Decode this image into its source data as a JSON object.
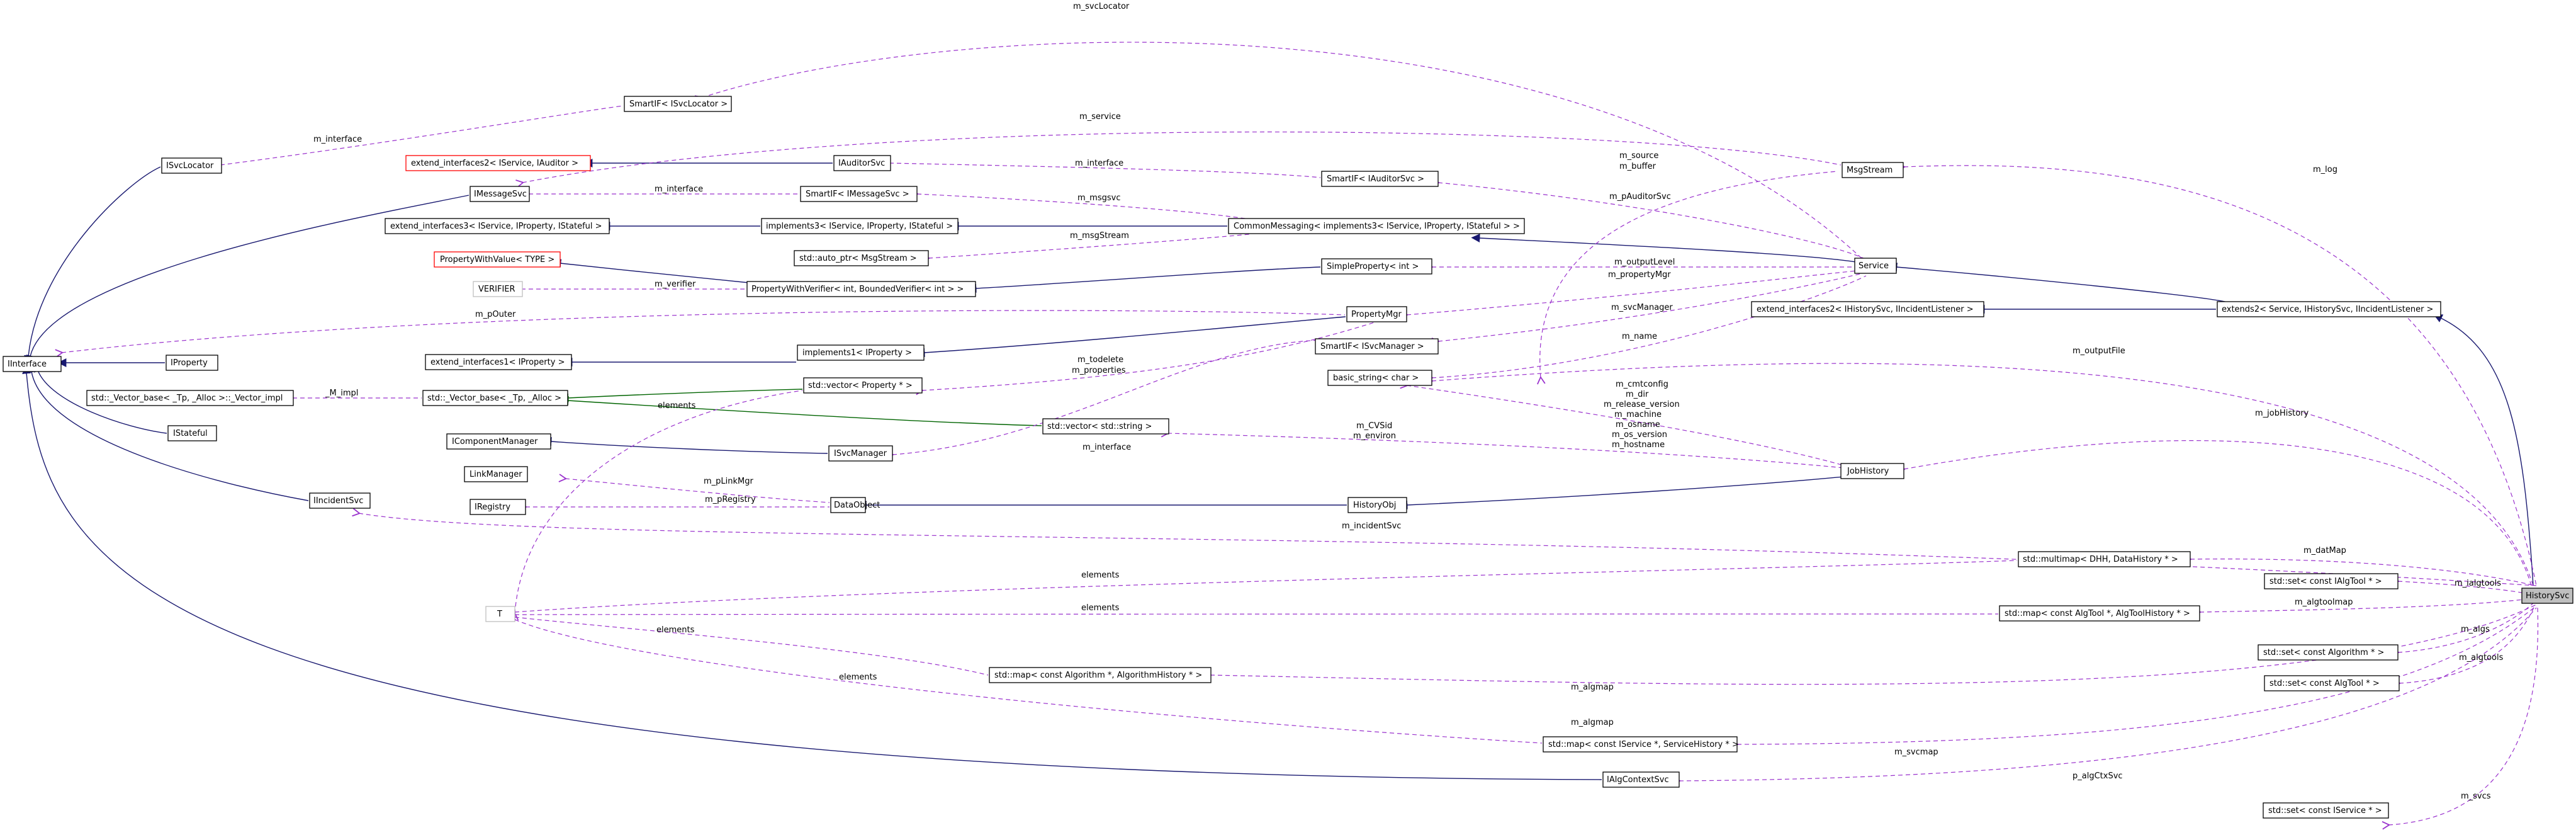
{
  "nodes": {
    "IInterface": "IInterface",
    "ISvcLocator": "ISvcLocator",
    "IMessageSvc": "IMessageSvc",
    "IProperty": "IProperty",
    "IStateful": "IStateful",
    "IIncidentSvc": "IIncidentSvc",
    "SmartIF_ISvcLocator": "SmartIF< ISvcLocator >",
    "ext2_IAuditor": "extend_interfaces2< IService, IAuditor >",
    "ext3_IService": "extend_interfaces3< IService, IProperty, IStateful >",
    "PropertyWithValue": "PropertyWithValue< TYPE >",
    "VERIFIER": "VERIFIER",
    "ext1_IProperty": "extend_interfaces1< IProperty >",
    "Vector_impl": "std::_Vector_base< _Tp, _Alloc >::_Vector_impl",
    "Vector_base": "std::_Vector_base< _Tp, _Alloc >",
    "IComponentManager": "IComponentManager",
    "ILinkManager": "LinkManager",
    "IRegistry": "IRegistry",
    "T": "T",
    "IAuditorSvc": "IAuditorSvc",
    "SmartIF_IMessageSvc": "SmartIF< IMessageSvc >",
    "implements3": "implements3< IService, IProperty, IStateful >",
    "auto_ptr_MsgStream": "std::auto_ptr< MsgStream >",
    "PropertyWithVerifier": "PropertyWithVerifier< int, BoundedVerifier< int > >",
    "implements1": "implements1< IProperty >",
    "vector_Property": "std::vector< Property * >",
    "vector_string": "std::vector< std::string >",
    "ISvcManager": "ISvcManager",
    "DataObject": "DataObject",
    "map_Algorithm": "std::map< const Algorithm *, AlgorithmHistory * >",
    "SmartIF_IAuditorSvc": "SmartIF< IAuditorSvc >",
    "CommonMessaging": "CommonMessaging< implements3< IService, IProperty, IStateful > >",
    "SimpleProperty": "SimpleProperty< int >",
    "PropertyMgr": "PropertyMgr",
    "SmartIF_ISvcManager": "SmartIF< ISvcManager >",
    "basic_string": "basic_string< char >",
    "HistoryObj": "HistoryObj",
    "MsgStream": "MsgStream",
    "Service": "Service",
    "ext2_IHistorySvc": "extend_interfaces2< IHistorySvc, IIncidentListener >",
    "JobHistory": "JobHistory",
    "multimap_DHH": "std::multimap< DHH, DataHistory * >",
    "map_AlgTool": "std::map< const AlgTool *, AlgToolHistory * >",
    "map_IService": "std::map< const IService *, ServiceHistory * >",
    "IAlgContextSvc": "IAlgContextSvc",
    "extends2": "extends2< Service, IHistorySvc, IIncidentListener >",
    "set_IAlgTool": "std::set< const IAlgTool * >",
    "set_Algorithm": "std::set< const Algorithm * >",
    "set_AlgTool": "std::set< const AlgTool * >",
    "set_IService": "std::set< const IService * >",
    "HistorySvc": "HistorySvc"
  },
  "edge_labels": {
    "m_svcLocator": "m_svcLocator",
    "m_interface_1": "m_interface",
    "m_service": "m_service",
    "m_interface_2": "m_interface",
    "m_interface_3": "m_interface",
    "m_msgsvc": "m_msgsvc",
    "m_msgStream": "m_msgStream",
    "m_verifier": "m_verifier",
    "m_pOuter": "m_pOuter",
    "M_impl": "_M_impl",
    "elements_1": "elements",
    "m_todelete": "m_todelete",
    "m_properties": "m_properties",
    "m_interface_4": "m_interface",
    "m_pLinkMgr": "m_pLinkMgr",
    "m_pRegistry": "m_pRegistry",
    "m_source": "m_source",
    "m_buffer": "m_buffer",
    "m_pAuditorSvc": "m_pAuditorSvc",
    "m_outputLevel": "m_outputLevel",
    "m_propertyMgr": "m_propertyMgr",
    "m_svcManager": "m_svcManager",
    "m_name": "m_name",
    "m_cmtconfig": "m_cmtconfig",
    "m_dir": "m_dir",
    "m_release_version": "m_release_version",
    "m_machine": "m_machine",
    "m_osname": "m_osname",
    "m_os_version": "m_os_version",
    "m_hostname": "m_hostname",
    "m_CVSid": "m_CVSid",
    "m_environ": "m_environ",
    "m_log": "m_log",
    "m_outputFile": "m_outputFile",
    "m_jobHistory": "m_jobHistory",
    "m_incidentSvc": "m_incidentSvc",
    "m_datMap": "m_datMap",
    "m_ialgtools": "m_ialgtools",
    "elements_2": "elements",
    "elements_3": "elements",
    "m_algtoolmap": "m_algtoolmap",
    "elements_4": "elements",
    "elements_5": "elements",
    "m_algs": "m_algs",
    "m_algtools": "m_algtools",
    "m_algmap": "m_algmap",
    "m_svcmap": "m_svcmap",
    "p_algCtxSvc": "p_algCtxSvc",
    "m_svcs": "m_svcs"
  }
}
